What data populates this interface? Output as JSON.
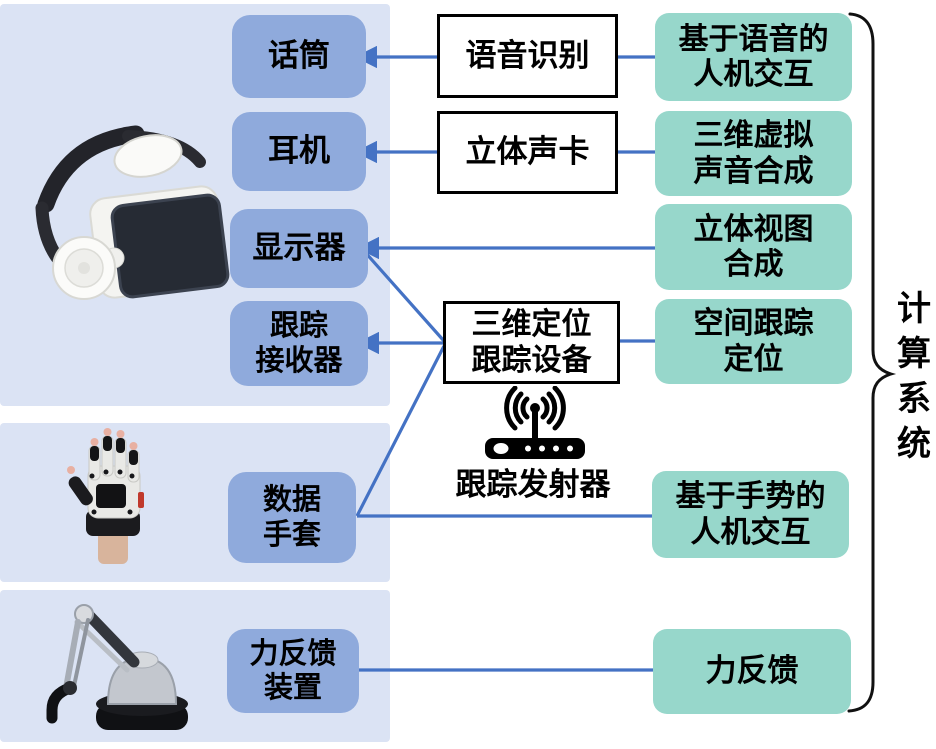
{
  "colors": {
    "panel_bg": "#dbe3f4",
    "device_box_bg": "#8faadc",
    "process_box_bg": "#ffffff",
    "process_box_border": "#000000",
    "function_box_bg": "#97d7cb",
    "connector_blue": "#4472c4",
    "brace_black": "#111111"
  },
  "device_boxes": {
    "microphone": {
      "line1": "话筒"
    },
    "headphone": {
      "line1": "耳机"
    },
    "display": {
      "line1": "显示器"
    },
    "tracking_receiver": {
      "line1": "跟踪",
      "line2": "接收器"
    },
    "data_glove": {
      "line1": "数据",
      "line2": "手套"
    },
    "force_feedback_device": {
      "line1": "力反馈",
      "line2": "装置"
    }
  },
  "process_boxes": {
    "speech_recognition": {
      "line1": "语音识别"
    },
    "stereo_sound_card": {
      "line1": "立体声卡"
    },
    "positioning_tracking_device": {
      "line1": "三维定位",
      "line2": "跟踪设备"
    }
  },
  "function_boxes": {
    "voice_hci": {
      "line1": "基于语音的",
      "line2": "人机交互"
    },
    "sound_synthesis": {
      "line1": "三维虚拟",
      "line2": "声音合成"
    },
    "stereo_view_synthesis": {
      "line1": "立体视图",
      "line2": "合成"
    },
    "spatial_tracking": {
      "line1": "空间跟踪",
      "line2": "定位"
    },
    "gesture_hci": {
      "line1": "基于手势的",
      "line2": "人机交互"
    },
    "force_feedback": {
      "line1": "力反馈"
    }
  },
  "tracking_transmitter": {
    "label": "跟踪发射器",
    "icon": "wifi-router-icon"
  },
  "computing_system": {
    "text": "计算系统",
    "chars": [
      "计",
      "算",
      "系",
      "统"
    ]
  },
  "images": {
    "vr_headset": "vr-headset-photo",
    "data_glove": "data-glove-photo",
    "force_device": "force-feedback-arm-photo"
  }
}
